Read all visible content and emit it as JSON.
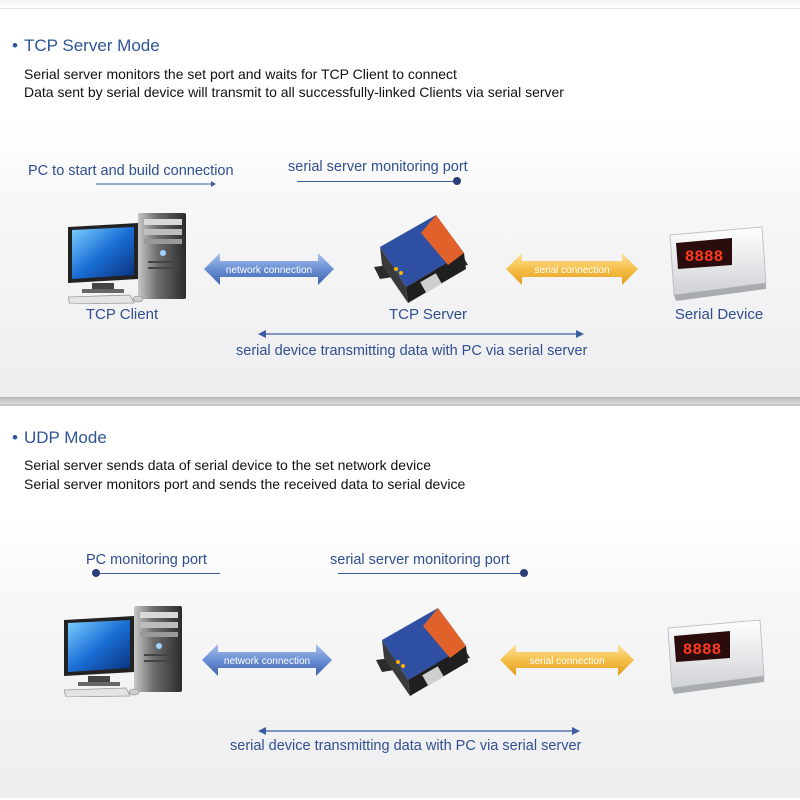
{
  "tcp": {
    "title": "TCP Server Mode",
    "bullet": "•",
    "desc1": "Serial server monitors the set port and waits for TCP Client to connect",
    "desc2": "Data sent by serial device will transmit to all successfully-linked Clients via serial server",
    "pc_note": "PC to start and build connection",
    "server_note": "serial server monitoring port",
    "network_label": "network connection",
    "serial_label": "serial connection",
    "client_label": "TCP Client",
    "server_label": "TCP Server",
    "device_label": "Serial Device",
    "bottom_note": "serial device transmitting data with PC via serial server",
    "device_display": "8888"
  },
  "udp": {
    "title": "UDP Mode",
    "bullet": "•",
    "desc1": "Serial server sends data of serial device to the set network device",
    "desc2": "Serial server monitors port and sends the received data to serial device",
    "pc_note": "PC monitoring port",
    "server_note": "serial server monitoring port",
    "network_label": "network connection",
    "serial_label": "serial connection",
    "bottom_note": "serial device transmitting data with PC via serial server",
    "device_display": "8888"
  },
  "colors": {
    "title": "#2f5597",
    "note": "#2f4f8f",
    "network_arrow": "#6a8fd0",
    "serial_arrow": "#f3c04e",
    "server_blue": "#2e4fa0",
    "server_orange": "#e0622a"
  }
}
